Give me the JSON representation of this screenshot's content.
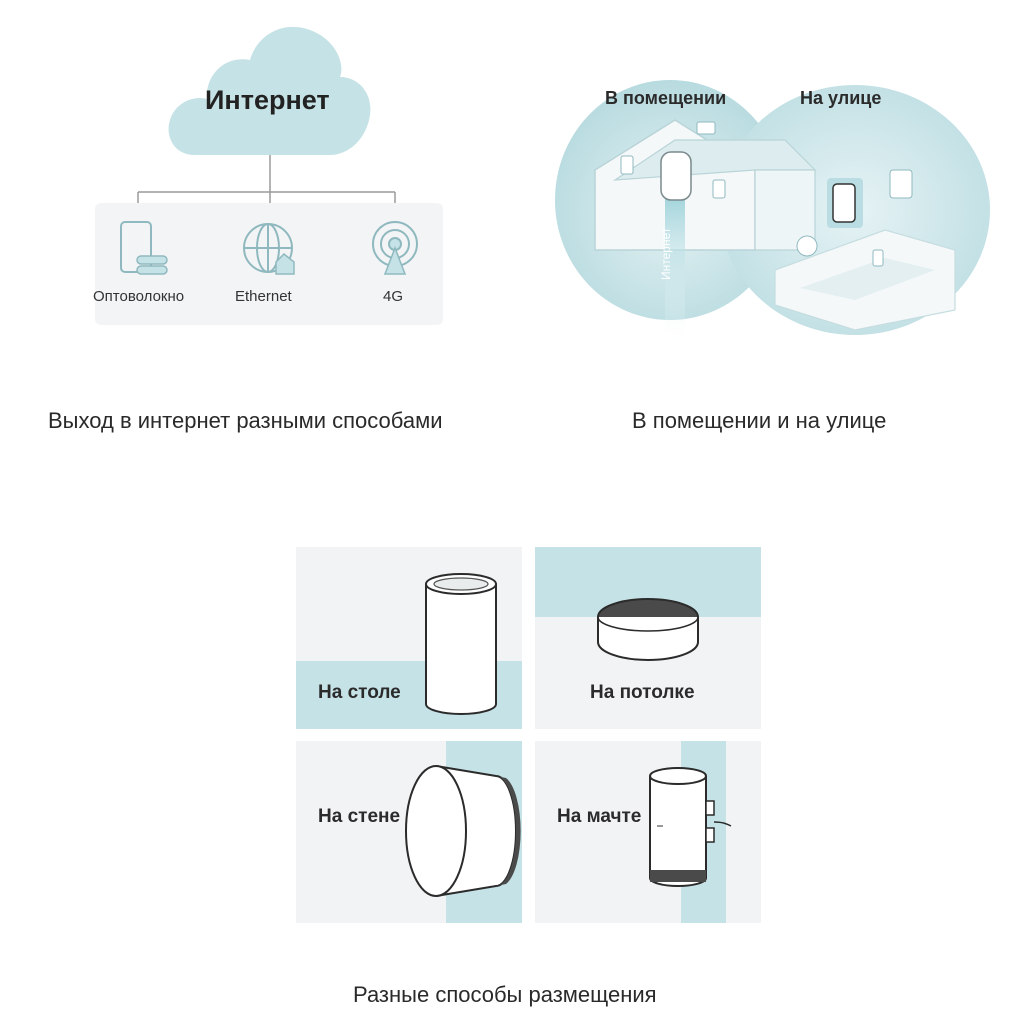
{
  "internet": {
    "cloud_label": "Интернет",
    "sources": [
      {
        "label": "Оптоволокно",
        "icon": "fiber-icon"
      },
      {
        "label": "Ethernet",
        "icon": "globe-icon"
      },
      {
        "label": "4G",
        "icon": "antenna-4g-icon"
      }
    ],
    "caption": "Выход в интернет разными способами"
  },
  "zones": {
    "indoor_label": "В помещении",
    "outdoor_label": "На улице",
    "beam_label": "Интернет",
    "caption": "В помещении и на улице"
  },
  "placement": {
    "tiles": [
      {
        "label": "На столе",
        "icon": "desk-router-icon"
      },
      {
        "label": "На потолке",
        "icon": "ceiling-router-icon"
      },
      {
        "label": "На стене",
        "icon": "wall-router-icon"
      },
      {
        "label": "На мачте",
        "icon": "mast-router-icon"
      }
    ],
    "caption": "Разные способы размещения"
  },
  "colors": {
    "accent_teal": "#c5e2e6",
    "tile_bg": "#f1f3f4",
    "line": "#9a9a9a"
  }
}
